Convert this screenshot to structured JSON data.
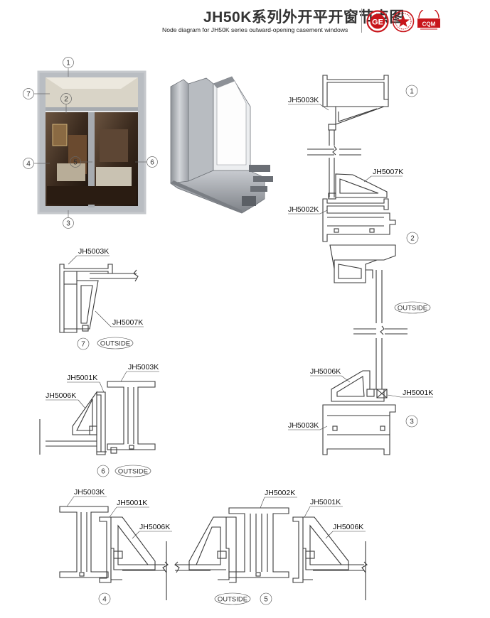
{
  "header": {
    "title": "JH50K系列外开平开窗节点图",
    "subtitle": "Node diagram for JH50K series outward-opening casement windows",
    "logos": [
      {
        "name": "GE-logo",
        "text": "GE",
        "color": "#c8151b"
      },
      {
        "name": "star-seal-logo",
        "text": "",
        "color": "#c8151b"
      },
      {
        "name": "cqm-logo",
        "text": "CQM",
        "color": "#c8151b"
      }
    ]
  },
  "overview": {
    "callouts": [
      "1",
      "2",
      "3",
      "4",
      "5",
      "6",
      "7"
    ]
  },
  "details": {
    "d123": {
      "labels": [
        "JH5003K",
        "JH5007K",
        "JH5002K",
        "JH5006K",
        "JH5001K",
        "JH5003K"
      ],
      "numbers": [
        "1",
        "2",
        "3"
      ],
      "outside": "OUTSIDE"
    },
    "d7": {
      "labels": [
        "JH5003K",
        "JH5007K"
      ],
      "number": "7",
      "outside": "OUTSIDE"
    },
    "d6": {
      "labels": [
        "JH5001K",
        "JH5003K",
        "JH5006K"
      ],
      "number": "6",
      "outside": "OUTSIDE"
    },
    "d45": {
      "labels": [
        "JH5003K",
        "JH5001K",
        "JH5006K",
        "JH5002K",
        "JH5001K",
        "JH5006K"
      ],
      "numbers": [
        "4",
        "5"
      ],
      "outside": "OUTSIDE"
    }
  },
  "colors": {
    "line": "#3a3a3a",
    "accent": "#c8151b",
    "frame": "#a9adb3"
  }
}
